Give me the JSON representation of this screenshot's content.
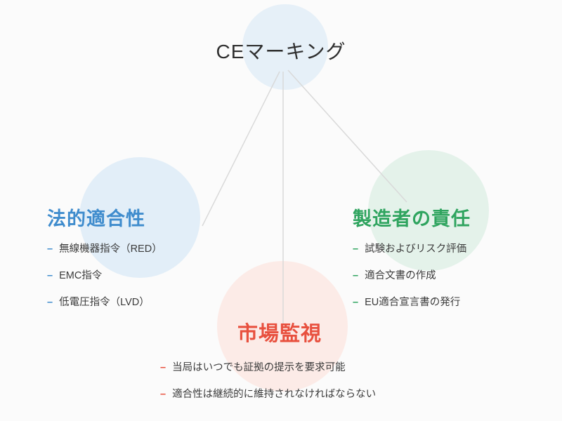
{
  "diagram": {
    "title": "CEマーキング",
    "bullet": "–",
    "branches": [
      {
        "name": "legal-compliance",
        "label": "法的適合性",
        "color": "#3f8ccd",
        "items": [
          "無線機器指令（RED）",
          "EMC指令",
          "低電圧指令（LVD）"
        ]
      },
      {
        "name": "manufacturer-responsibility",
        "label": "製造者の責任",
        "color": "#2fa45f",
        "items": [
          "試験およびリスク評価",
          "適合文書の作成",
          "EU適合宣言書の発行"
        ]
      },
      {
        "name": "market-surveillance",
        "label": "市場監視",
        "color": "#e8503e",
        "items": [
          "当局はいつでも証拠の提示を要求可能",
          "適合性は継続的に維持されなければならない"
        ]
      }
    ],
    "colors": {
      "title_circle": "#e6f0f8",
      "left_circle": "#e2eef8",
      "right_circle": "#e4f2ea",
      "bottom_circle": "#fcebe7",
      "connector": "#d9d9d9"
    }
  }
}
